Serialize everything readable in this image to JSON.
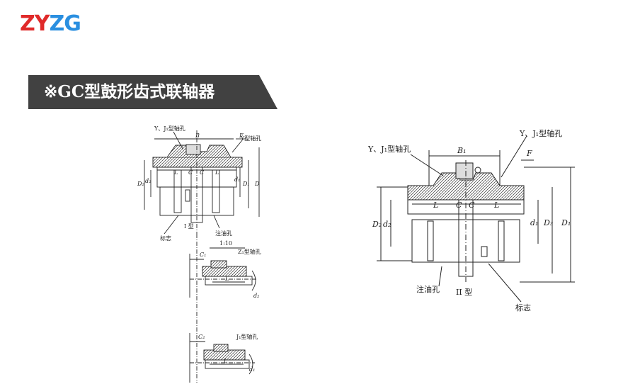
{
  "logo": {
    "part1": "ZY",
    "part2": "ZG"
  },
  "banner": {
    "title": "※GC型鼓形齿式联轴器"
  },
  "left_drawing": {
    "top_label": "Y、J₁型轴孔",
    "right_label": "Y型轴孔",
    "dim_B": "B",
    "dim_F": "F",
    "dim_L1": "L",
    "dim_C1": "C",
    "dim_C2": "C",
    "dim_L2": "L",
    "dim_D2": "D₂",
    "dim_d2": "d₂",
    "dim_d1": "d₁",
    "dim_D1": "D₁",
    "dim_D": "D",
    "type_label": "I 型",
    "mark_label": "标志",
    "oil_label": "注油孔"
  },
  "detail_z1": {
    "dim_C1": "C₁",
    "taper": "1:10",
    "label": "Z₁型轴孔",
    "dim_L": "L",
    "dim_d2": "d₂"
  },
  "detail_j1": {
    "dim_C2": "C₂",
    "label": "J₁型轴孔",
    "dim_L": "L",
    "dim_d1": "d₁"
  },
  "right_drawing": {
    "label_right": "Y、J₁型轴孔",
    "label_left": "Y、J₁型轴孔",
    "dim_B1": "B₁",
    "dim_F": "F",
    "dim_L1": "L",
    "dim_C1": "C",
    "dim_C2": "C",
    "dim_L2": "L",
    "dim_D2": "D₂",
    "dim_d2": "d₂",
    "dim_d1": "d₁",
    "dim_D3": "D₃",
    "dim_D1": "D₁",
    "oil_label": "注油孔",
    "type_label": "II 型",
    "mark_label": "标志"
  },
  "colors": {
    "logo_red": "#e02a2a",
    "logo_blue": "#2a8fe0",
    "banner_bg": "#414141"
  }
}
